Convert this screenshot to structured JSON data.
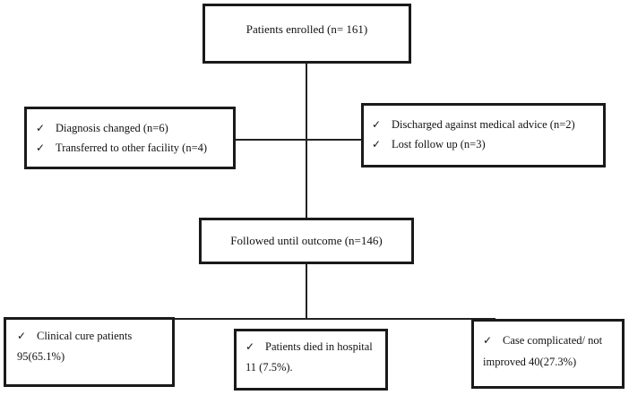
{
  "diagram": {
    "enrolled": {
      "label": "Patients enrolled (n= 161)"
    },
    "excluded_left": {
      "items": [
        {
          "check": "✓",
          "text": "Diagnosis changed (n=6)"
        },
        {
          "check": "✓",
          "text": "Transferred to other facility (n=4)"
        }
      ]
    },
    "excluded_right": {
      "items": [
        {
          "check": "✓",
          "text": "Discharged against medical advice (n=2)"
        },
        {
          "check": "✓",
          "text": "Lost follow up (n=3)"
        }
      ]
    },
    "followed": {
      "label": "Followed until outcome (n=146)"
    },
    "outcomes": {
      "cure": {
        "check": "✓",
        "line1": "Clinical cure patients",
        "line2": "95(65.1%)"
      },
      "died": {
        "check": "✓",
        "line1": "Patients died in hospital",
        "line2": "11 (7.5%)."
      },
      "complicated": {
        "check": "✓",
        "line1": "Case complicated/ not",
        "line2": "improved 40(27.3%)"
      }
    }
  }
}
